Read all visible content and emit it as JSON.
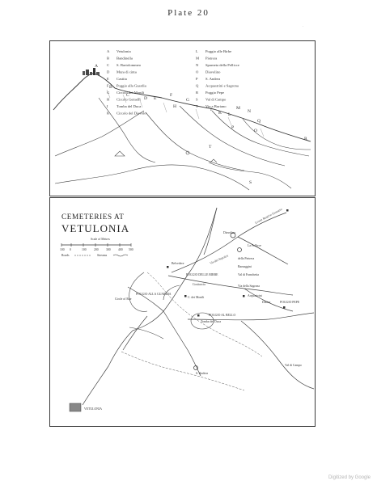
{
  "plate_title": "Plate 20",
  "panorama": {
    "legend": [
      {
        "key": "A",
        "name": "Vetulonia"
      },
      {
        "key": "B",
        "name": "Bandinella"
      },
      {
        "key": "C",
        "name": "S. Bartolommeo"
      },
      {
        "key": "D",
        "name": "Mura di cinta"
      },
      {
        "key": "E",
        "name": "Castita"
      },
      {
        "key": "F",
        "name": "Poggio alla Guardia"
      },
      {
        "key": "G",
        "name": "Circolo dei Monili"
      },
      {
        "key": "H",
        "name": "Circolo Gemelli"
      },
      {
        "key": "I",
        "name": "Tomba del Duca"
      },
      {
        "key": "K",
        "name": "Circolo del Diavolo"
      },
      {
        "key": "L",
        "name": "Poggio alle Birbe"
      },
      {
        "key": "M",
        "name": "Pietrera"
      },
      {
        "key": "N",
        "name": "Sparneta della Pellicce"
      },
      {
        "key": "O",
        "name": "Diavolino"
      },
      {
        "key": "P",
        "name": "S. Andrea"
      },
      {
        "key": "Q",
        "name": "Acquastrini e Sagrona"
      },
      {
        "key": "R",
        "name": "Poggio Pepe"
      },
      {
        "key": "S",
        "name": "Val di Campo"
      },
      {
        "key": "T",
        "name": "Via a Buriano"
      }
    ]
  },
  "map": {
    "title_line1": "CEMETERIES AT",
    "title_line2": "VETULONIA",
    "scale_label": "Scale of Metres",
    "scale_ticks": [
      "100",
      "0",
      "100",
      "200",
      "300",
      "400",
      "500"
    ],
    "roads_label": "Roads",
    "streams_label": "Streams",
    "inset_label": "VETULONIA",
    "labels": {
      "diavolino": "Diavolino",
      "lower_road": "Lower Road to Grosseto",
      "pellicce": "La Pellicce",
      "pietrera": "della Pietrera",
      "barnaggini": "Barnaggini",
      "frenchetta": "Val di Franchetta",
      "sepolcri": "Via dei Sepolcri",
      "belvedere": "Belvedere",
      "poggio_birbe": "POGGIO DELLE BIRBE",
      "costiaccia": "Costiaccia",
      "sagrona": "Via della Sagrona",
      "acquastrini": "Acquastrini",
      "ductor": "Ductor",
      "poggio_pepe": "POGGIO PEPE",
      "circle_of_rue": "Circle of Rue",
      "poggio_guardia": "POGGIO ALLA GUARDIA",
      "monili": "C. dei Monili",
      "poggio_bello": "POGGIO AL BELLO",
      "tomba_duca": "Tomba del Duca",
      "s_andrea": "S. Andrea",
      "val_campo": "Val di Campo"
    }
  },
  "footer": "Digitized by Google"
}
